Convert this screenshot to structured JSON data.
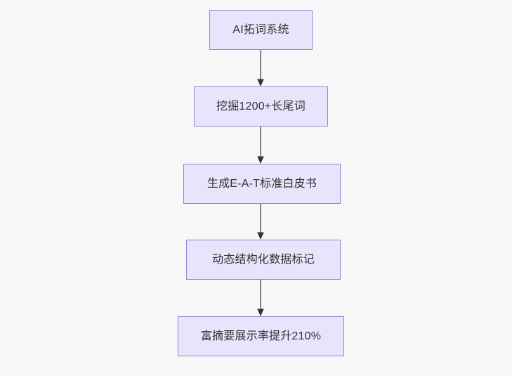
{
  "diagram": {
    "type": "flowchart",
    "direction": "top-to-bottom",
    "background_color": "#f7f7f8",
    "node_fill_color": "#e8e4fb",
    "node_border_color": "#9d7fd4",
    "node_text_color": "#333333",
    "edge_color": "#666666",
    "nodes": [
      {
        "id": "n1",
        "label": "AI拓词系统"
      },
      {
        "id": "n2",
        "label": "挖掘1200+长尾词"
      },
      {
        "id": "n3",
        "label": "生成E-A-T标准白皮书"
      },
      {
        "id": "n4",
        "label": "动态结构化数据标记"
      },
      {
        "id": "n5",
        "label": "富摘要展示率提升210%"
      }
    ],
    "edges": [
      {
        "id": "e1",
        "from": "n1",
        "to": "n2",
        "label": ""
      },
      {
        "id": "e2",
        "from": "n2",
        "to": "n3",
        "label": ""
      },
      {
        "id": "e3",
        "from": "n3",
        "to": "n4",
        "label": ""
      },
      {
        "id": "e4",
        "from": "n4",
        "to": "n5",
        "label": ""
      }
    ]
  }
}
